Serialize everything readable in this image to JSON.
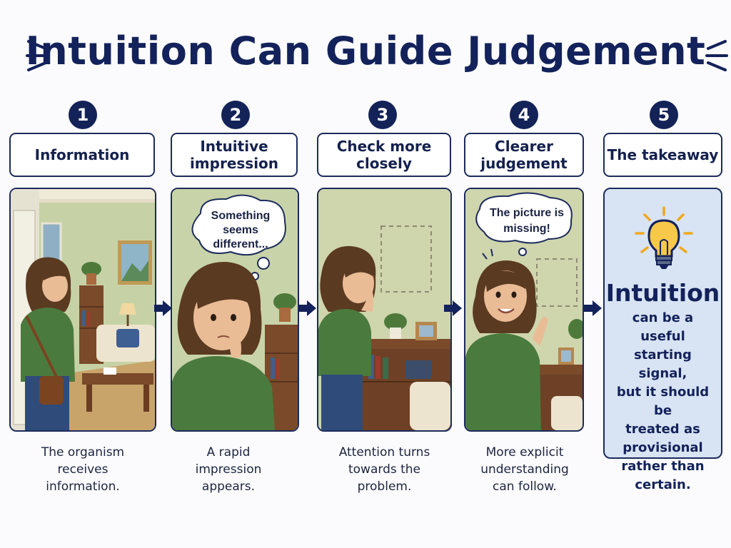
{
  "title": "Intuition Can Guide Judgement",
  "steps": [
    {
      "number": "1",
      "label": "Information",
      "caption_lines": [
        "The organism",
        "receives",
        "information."
      ]
    },
    {
      "number": "2",
      "label_lines": [
        "Intuitive",
        "impression"
      ],
      "caption_lines": [
        "A rapid",
        "impression",
        "appears."
      ],
      "bubble_lines": [
        "Something",
        "seems",
        "different..."
      ]
    },
    {
      "number": "3",
      "label_lines": [
        "Check more",
        "closely"
      ],
      "caption_lines": [
        "Attention turns",
        "towards the",
        "problem."
      ]
    },
    {
      "number": "4",
      "label_lines": [
        "Clearer",
        "judgement"
      ],
      "caption_lines": [
        "More explicit",
        "understanding",
        "can follow."
      ],
      "bubble_lines": [
        "The picture is",
        "missing!"
      ]
    },
    {
      "number": "5",
      "label": "The takeaway"
    }
  ],
  "takeaway": {
    "heading": "Intuition",
    "body_lines": [
      "can be a useful",
      "starting signal,",
      "but it should be",
      "treated as",
      "provisional",
      "rather than",
      "certain."
    ]
  },
  "colors": {
    "navy": "#13225a",
    "takeaway_bg": "#d8e3f3",
    "wall": "#c9d3a9",
    "sweater": "#4b7a3e"
  },
  "icons": [
    "lightbulb-icon",
    "arrow-right-icon",
    "sparkle-lines-icon"
  ]
}
